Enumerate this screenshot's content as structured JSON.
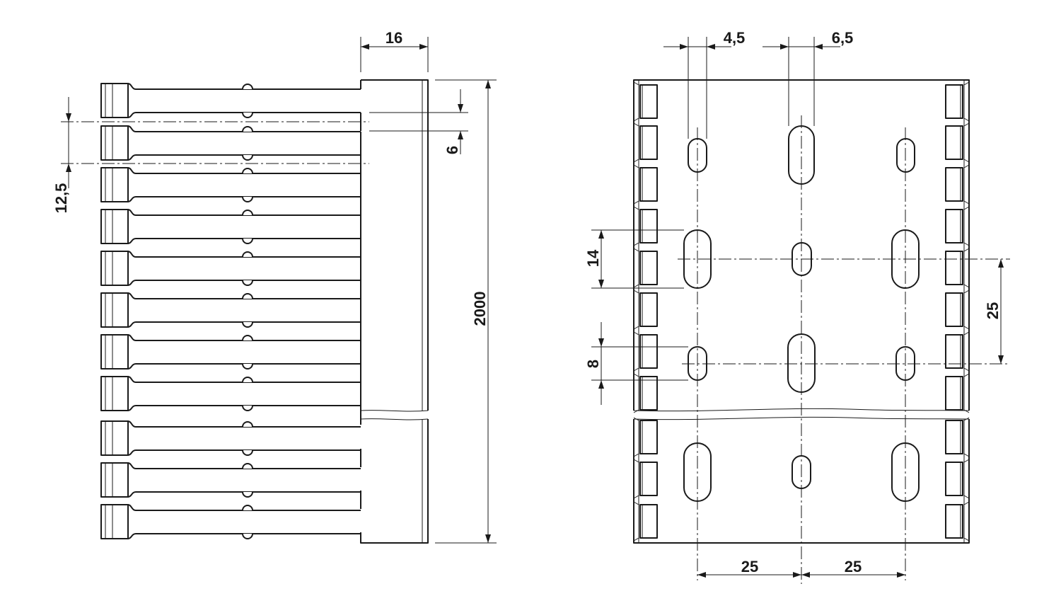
{
  "drawing": {
    "left_view": {
      "dimensions": {
        "width_label": "16",
        "height_label": "2000",
        "pitch_label": "12,5",
        "slot_label": "6"
      }
    },
    "right_view": {
      "dimensions": {
        "slot_small_width_label": "4,5",
        "slot_large_width_label": "6,5",
        "slot_large_length_label": "14",
        "slot_small_length_label": "8",
        "row_pitch_label": "25",
        "column_pitch_left_label": "25",
        "column_pitch_right_label": "25"
      }
    },
    "colors": {
      "line": "#1a1a1a",
      "background": "#ffffff"
    }
  }
}
